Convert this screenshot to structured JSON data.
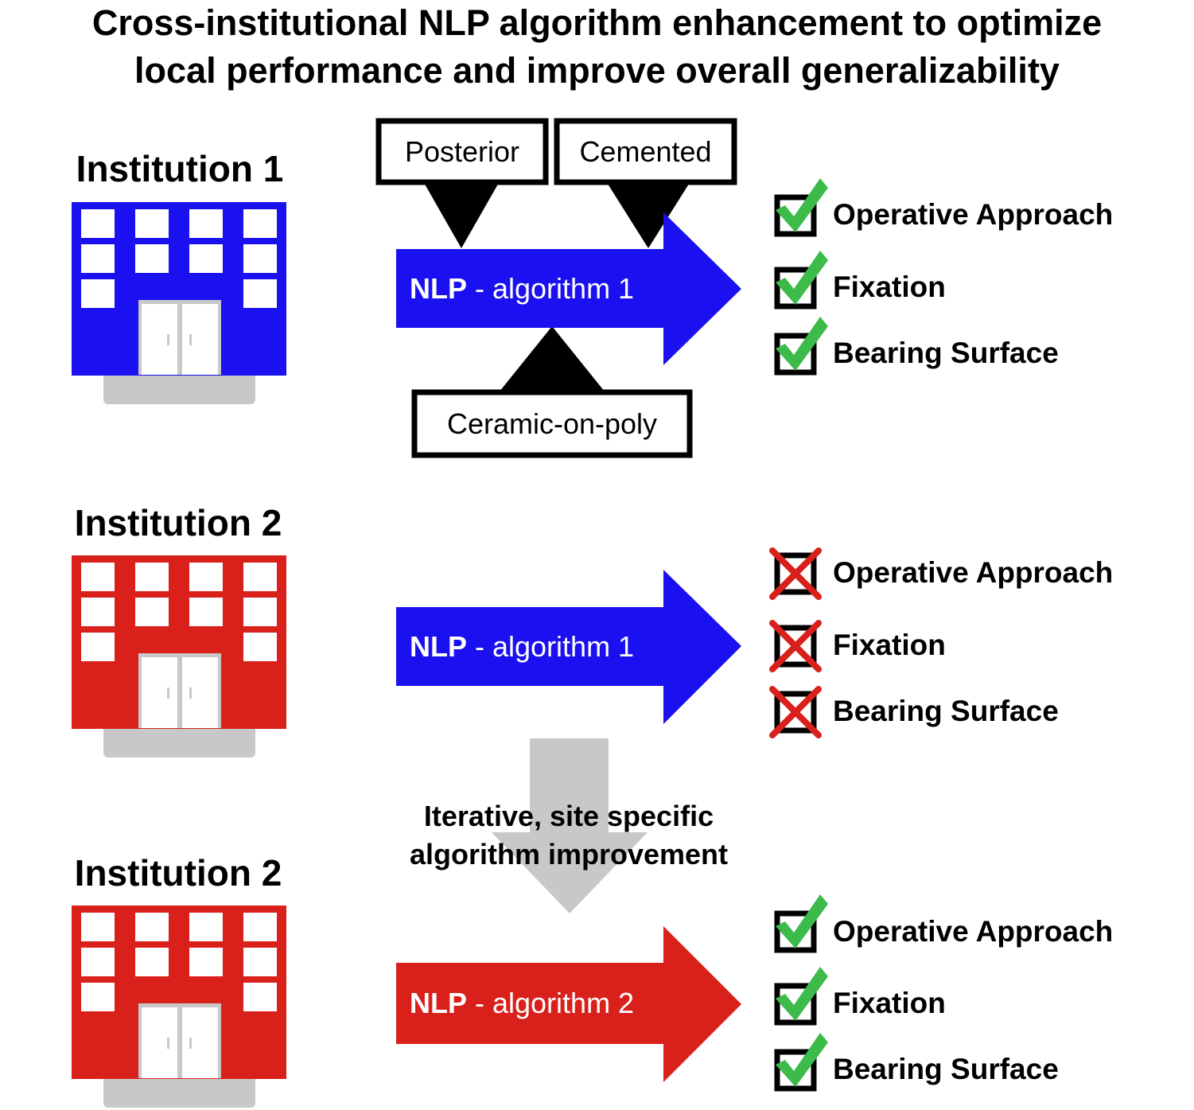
{
  "title": {
    "line1": "Cross-institutional NLP algorithm enhancement to optimize",
    "line2": "local performance and improve overall generalizability"
  },
  "colors": {
    "blue": "#1a10f0",
    "red": "#d9201b",
    "gray": "#c8c8c8",
    "check_green": "#3dbb4a",
    "cross_red": "#d9201b"
  },
  "rows": [
    {
      "institution": "Institution 1",
      "building_color": "blue",
      "algorithm": {
        "bold": "NLP",
        "rest": " - algorithm 1",
        "color": "blue"
      },
      "results": [
        {
          "label": "Operative Approach",
          "status": "check"
        },
        {
          "label": "Fixation",
          "status": "check"
        },
        {
          "label": "Bearing Surface",
          "status": "check"
        }
      ]
    },
    {
      "institution": "Institution 2",
      "building_color": "red",
      "algorithm": {
        "bold": "NLP",
        "rest": " - algorithm 1",
        "color": "blue"
      },
      "results": [
        {
          "label": "Operative Approach",
          "status": "cross"
        },
        {
          "label": "Fixation",
          "status": "cross"
        },
        {
          "label": "Bearing Surface",
          "status": "cross"
        }
      ]
    },
    {
      "institution": "Institution 2",
      "building_color": "red",
      "algorithm": {
        "bold": "NLP",
        "rest": " - algorithm 2",
        "color": "red"
      },
      "results": [
        {
          "label": "Operative Approach",
          "status": "check"
        },
        {
          "label": "Fixation",
          "status": "check"
        },
        {
          "label": "Bearing Surface",
          "status": "check"
        }
      ]
    }
  ],
  "tags": {
    "posterior": "Posterior",
    "cemented": "Cemented",
    "ceramic": "Ceramic-on-poly"
  },
  "iteration": {
    "line1": "Iterative, site specific",
    "line2": "algorithm improvement"
  }
}
